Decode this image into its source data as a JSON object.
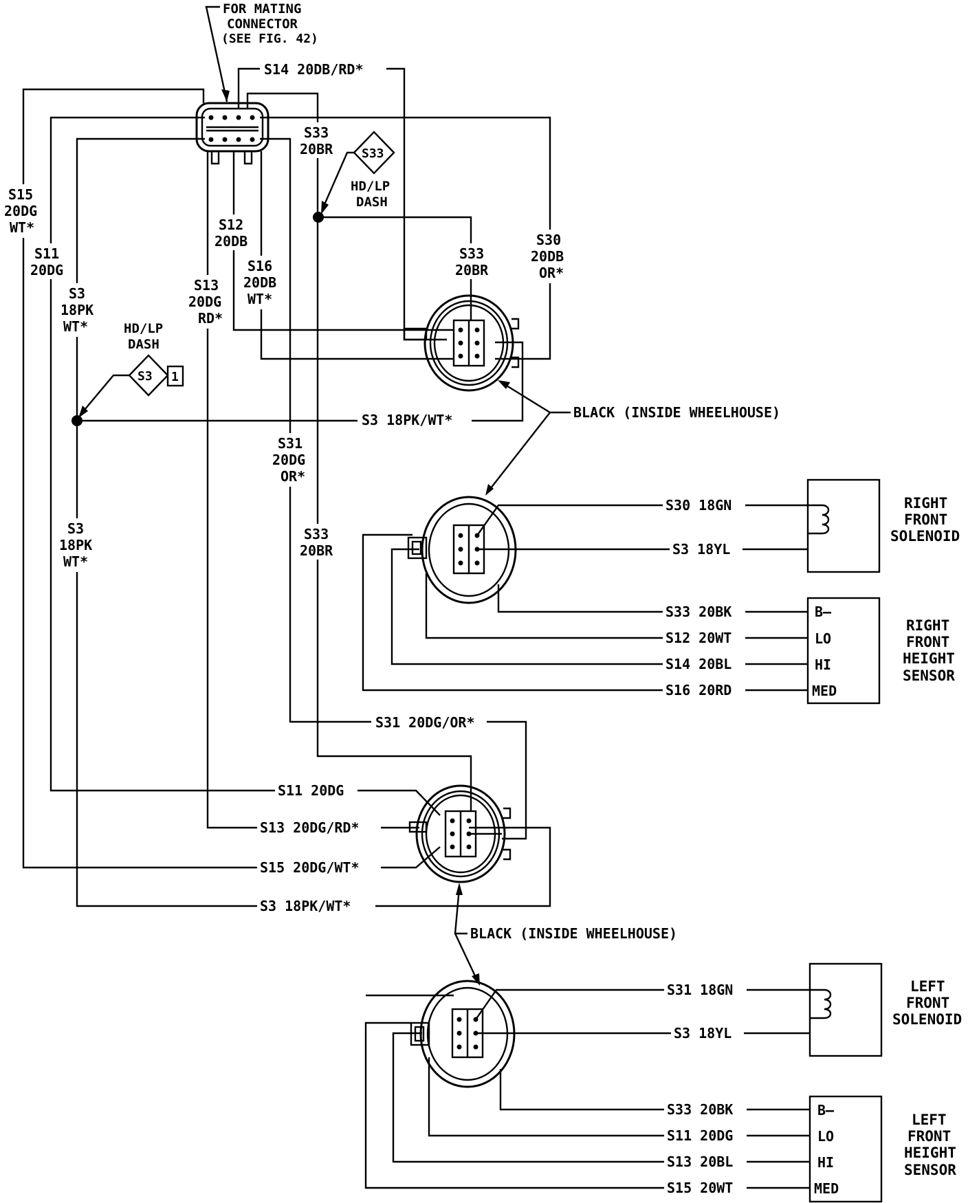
{
  "callout": {
    "line1": "FOR MATING",
    "line2": "CONNECTOR",
    "line3": "(SEE FIG. 42)"
  },
  "wires": {
    "s14_top": "S14 20DB/RD*",
    "s33_top_a": "S33",
    "s33_top_b": "20BR",
    "s15_a": "S15",
    "s15_b": "20DG",
    "s15_c": "WT*",
    "s11_a": "S11",
    "s11_b": "20DG",
    "s3_a": "S3",
    "s3_b": "18PK",
    "s3_c": "WT*",
    "s12_a": "S12",
    "s12_b": "20DB",
    "s13_a": "S13",
    "s13_b": "20DG",
    "s13_c": "RD*",
    "s16_a": "S16",
    "s16_b": "20DB",
    "s16_c": "WT*",
    "s33_mid_a": "S33",
    "s33_mid_b": "20BR",
    "s30_a": "S30",
    "s30_b": "20DB",
    "s30_c": "OR*",
    "s3_dash": "S3 18PK/WT*",
    "s31_a": "S31",
    "s31_b": "20DG",
    "s31_c": "OR*",
    "s3_lower_a": "S3",
    "s3_lower_b": "18PK",
    "s3_lower_c": "WT*",
    "s33_lower_a": "S33",
    "s33_lower_b": "20BR",
    "s31_long": "S31 20DG/OR*",
    "s11_long": "S11 20DG",
    "s13_long": "S13 20DG/RD*",
    "s15_long": "S15 20DG/WT*",
    "s3_long": "S3 18PK/WT*"
  },
  "splices": {
    "s33_id": "S33",
    "s33_loc_a": "HD/LP",
    "s33_loc_b": "DASH",
    "s3_id": "S3",
    "s3_num": "1",
    "s3_loc_a": "HD/LP",
    "s3_loc_b": "DASH"
  },
  "connectors": {
    "black_upper": "BLACK (INSIDE WHEELHOUSE)",
    "black_lower": "BLACK (INSIDE WHEELHOUSE)"
  },
  "right_front": {
    "s30": "S30 18GN",
    "s3": "S3 18YL",
    "solenoid_a": "RIGHT",
    "solenoid_b": "FRONT",
    "solenoid_c": "SOLENOID",
    "s33": "S33 20BK",
    "s12": "S12 20WT",
    "s14": "S14 20BL",
    "s16": "S16 20RD",
    "pin_b": "B—",
    "pin_lo": "LO",
    "pin_hi": "HI",
    "pin_med": "MED",
    "sensor_a": "RIGHT",
    "sensor_b": "FRONT",
    "sensor_c": "HEIGHT",
    "sensor_d": "SENSOR"
  },
  "left_front": {
    "s31": "S31 18GN",
    "s3": "S3 18YL",
    "solenoid_a": "LEFT",
    "solenoid_b": "FRONT",
    "solenoid_c": "SOLENOID",
    "s33": "S33 20BK",
    "s11": "S11 20DG",
    "s13": "S13 20BL",
    "s15": "S15 20WT",
    "pin_b": "B—",
    "pin_lo": "LO",
    "pin_hi": "HI",
    "pin_med": "MED",
    "sensor_a": "LEFT",
    "sensor_b": "FRONT",
    "sensor_c": "HEIGHT",
    "sensor_d": "SENSOR"
  }
}
